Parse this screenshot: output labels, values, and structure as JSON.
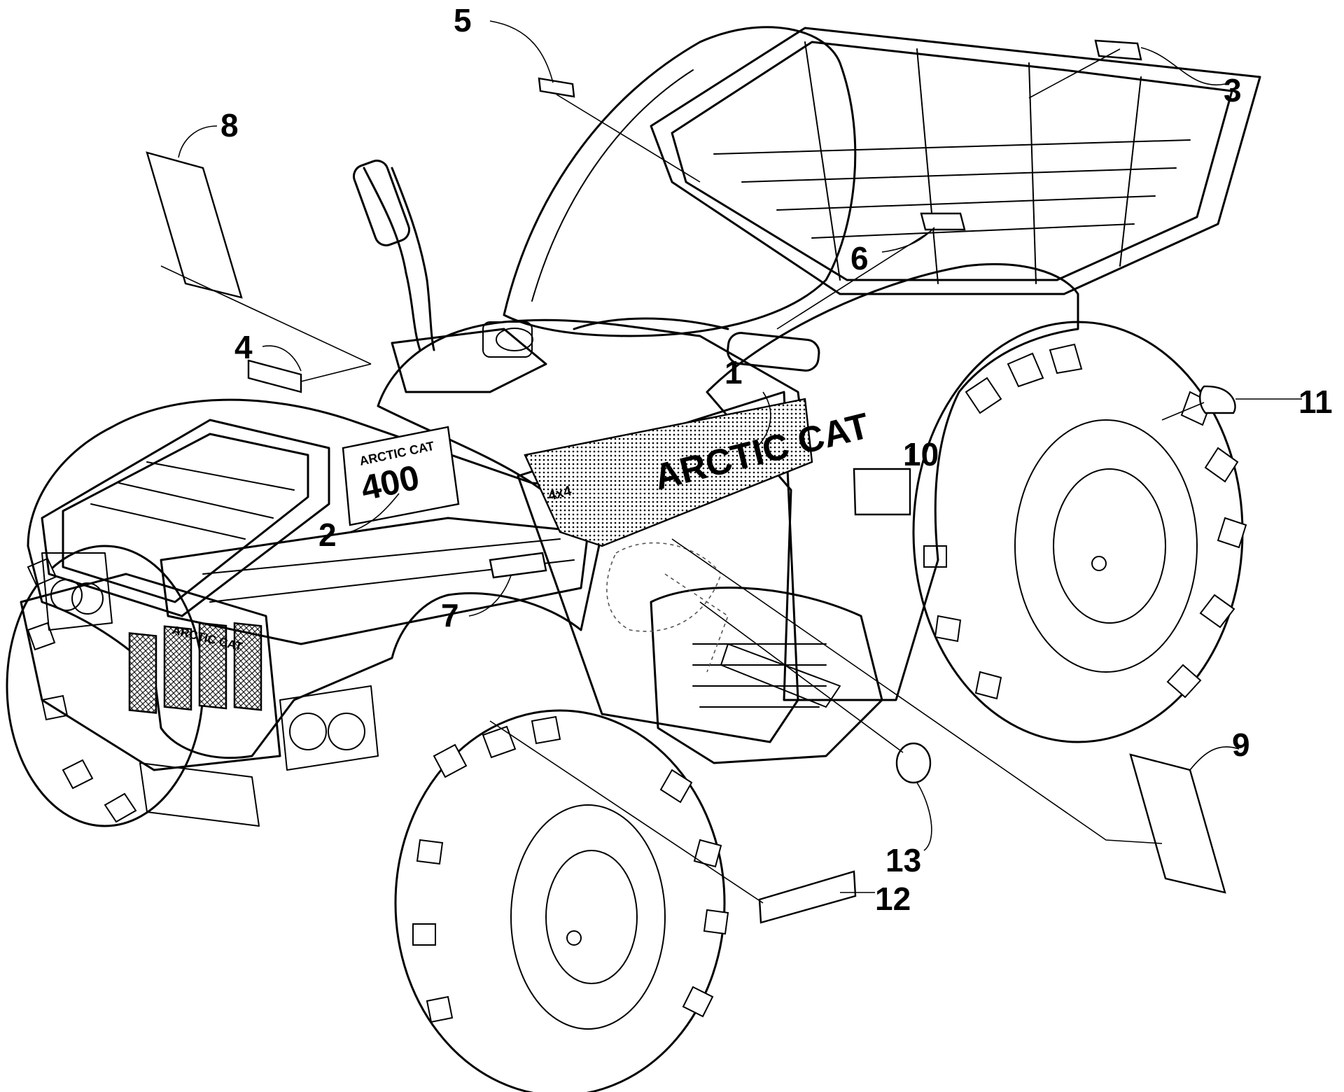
{
  "callouts": [
    {
      "id": "1",
      "label": "1"
    },
    {
      "id": "2",
      "label": "2"
    },
    {
      "id": "3",
      "label": "3"
    },
    {
      "id": "4",
      "label": "4"
    },
    {
      "id": "5",
      "label": "5"
    },
    {
      "id": "6",
      "label": "6"
    },
    {
      "id": "7",
      "label": "7"
    },
    {
      "id": "8",
      "label": "8"
    },
    {
      "id": "9",
      "label": "9"
    },
    {
      "id": "10",
      "label": "10"
    },
    {
      "id": "11",
      "label": "11"
    },
    {
      "id": "12",
      "label": "12"
    },
    {
      "id": "13",
      "label": "13"
    }
  ],
  "decal_text": {
    "side_brand": "ARCTIC CAT",
    "tank_brand": "ARCTIC CAT",
    "tank_model": "400",
    "grille_brand": "ARCTIC CAT",
    "side_model": "4x4"
  }
}
